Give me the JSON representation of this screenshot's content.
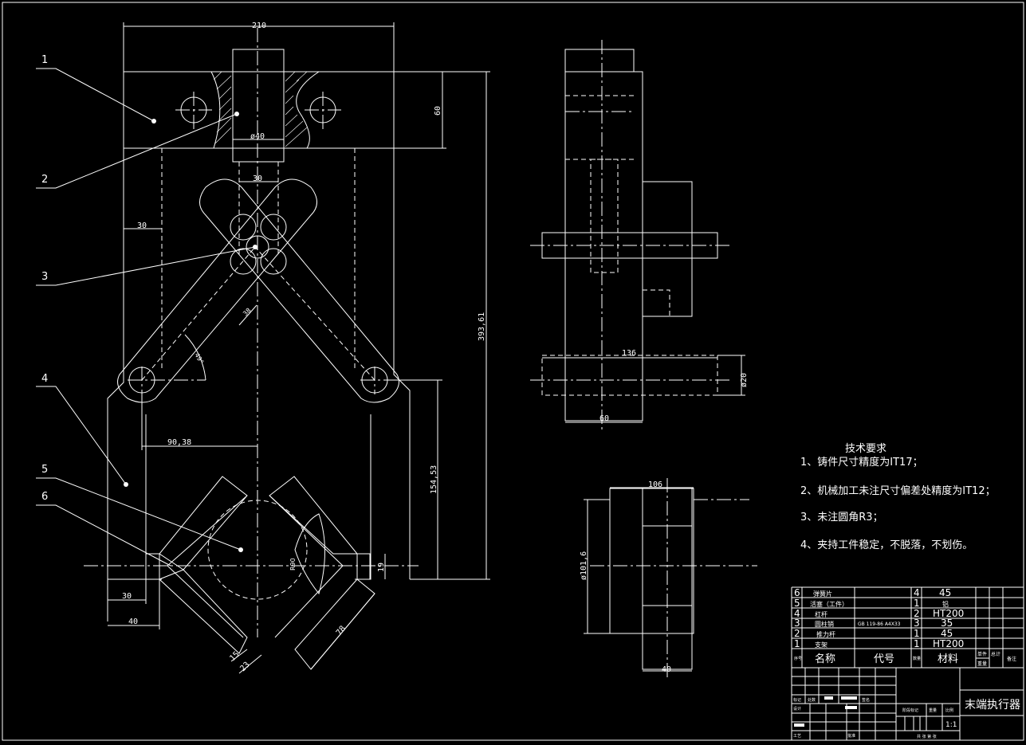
{
  "drawing": {
    "balloons": [
      "1",
      "2",
      "3",
      "4",
      "5",
      "6"
    ],
    "front_view_dims": {
      "width_total": "210",
      "plate_height": "60",
      "rod_dia": "ø40",
      "rod_width": "30",
      "side_wall": "30",
      "overall_height": "393,61",
      "arm_width": "38",
      "arm_angle": "49°",
      "pivot_offset": "90,38",
      "lower_height": "154,53",
      "jaw_tab": "19",
      "foot_inner": "30",
      "foot_outer": "40",
      "jaw_thick_inner": "15",
      "jaw_thick_outer": "23",
      "jaw_length": "78",
      "circle_note": "R90"
    },
    "side_view_dims": {
      "pin_length": "136",
      "pin_dia": "ø20",
      "column_width": "60",
      "block_width": "106",
      "block_dia": "ø101,6",
      "base_width": "40"
    }
  },
  "tech_requirements": {
    "title": "技术要求",
    "items": [
      "1、铸件尺寸精度为IT17；",
      "2、机械加工未注尺寸偏差处精度为IT12；",
      "3、未注圆角R3；",
      "4、夹持工件稳定，不脱落，不划伤。"
    ]
  },
  "parts_list": {
    "rows": [
      {
        "no": "6",
        "name": "弹簧片",
        "code": "",
        "qty": "4",
        "material": "45"
      },
      {
        "no": "5",
        "name": "活塞（工件）",
        "code": "",
        "qty": "1",
        "material": "铝"
      },
      {
        "no": "4",
        "name": "杠杆",
        "code": "",
        "qty": "2",
        "material": "HT200"
      },
      {
        "no": "3",
        "name": "圆柱销",
        "code": "GB 119-86 A4X33",
        "qty": "3",
        "material": "35"
      },
      {
        "no": "2",
        "name": "推力杆",
        "code": "",
        "qty": "1",
        "material": "45"
      },
      {
        "no": "1",
        "name": "支架",
        "code": "",
        "qty": "1",
        "material": "HT200"
      }
    ],
    "header": {
      "no": "序号",
      "name": "名称",
      "code": "代号",
      "qty": "数量",
      "material": "材料",
      "unit_weight": "单件",
      "total_weight": "总计",
      "weight": "重量",
      "remarks": "备注"
    }
  },
  "title_block": {
    "title": "末端执行器",
    "mark": "标记",
    "count": "处数",
    "sign": "签名",
    "design": "设计",
    "process": "工艺",
    "approve": "批准",
    "stage_mark": "阶段标记",
    "weight": "重量",
    "scale": "比例",
    "scale_value": "1:1",
    "sheets": "共  张  第  张"
  }
}
